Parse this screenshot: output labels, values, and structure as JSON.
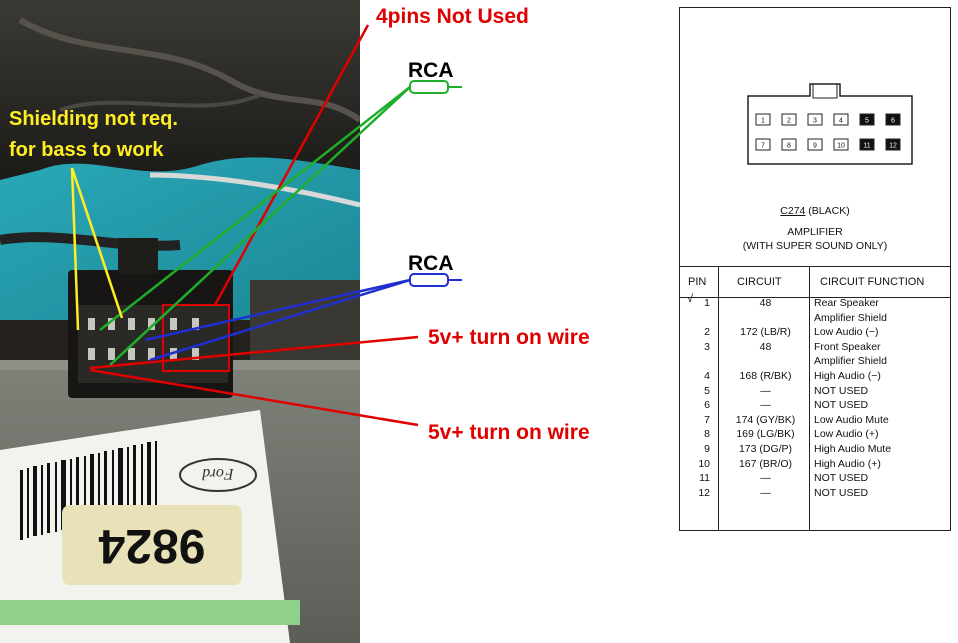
{
  "annotations": {
    "unused_pins": "4pins Not Used",
    "rca_top": "RCA",
    "rca_bottom": "RCA",
    "shielding_line1": "Shielding not req.",
    "shielding_line2": "for bass to work",
    "turn_on_1": "5v+ turn on wire",
    "turn_on_2": "5v+ turn on wire"
  },
  "photo": {
    "module_number": "9824",
    "logo_text": "Ford"
  },
  "colors": {
    "red": "#e00000",
    "green": "#1fae2a",
    "blue": "#1f2fd0",
    "yellow": "#ffee22"
  },
  "pinout": {
    "connector_id": "C274",
    "connector_color": "(BLACK)",
    "component": "AMPLIFIER",
    "note": "(WITH SUPER SOUND ONLY)",
    "cavity_labels_top": [
      "1",
      "2",
      "3",
      "4",
      "5",
      "6"
    ],
    "cavity_labels_bottom": [
      "7",
      "8",
      "9",
      "10",
      "11",
      "12"
    ],
    "headers": {
      "pin": "PIN",
      "circuit": "CIRCUIT",
      "function": "CIRCUIT FUNCTION"
    },
    "check_mark": "√",
    "rows": [
      {
        "pin": "1",
        "circuit": "48",
        "function": "Rear Speaker"
      },
      {
        "pin": "",
        "circuit": "",
        "function": "Amplifier Shield"
      },
      {
        "pin": "2",
        "circuit": "172 (LB/R)",
        "function": "Low Audio (−)"
      },
      {
        "pin": "3",
        "circuit": "48",
        "function": "Front Speaker"
      },
      {
        "pin": "",
        "circuit": "",
        "function": "Amplifier Shield"
      },
      {
        "pin": "4",
        "circuit": "168 (R/BK)",
        "function": "High Audio (−)"
      },
      {
        "pin": "5",
        "circuit": "—",
        "function": "NOT USED"
      },
      {
        "pin": "6",
        "circuit": "—",
        "function": "NOT USED"
      },
      {
        "pin": "7",
        "circuit": "174 (GY/BK)",
        "function": "Low Audio Mute"
      },
      {
        "pin": "8",
        "circuit": "169 (LG/BK)",
        "function": "Low Audio (+)"
      },
      {
        "pin": "9",
        "circuit": "173 (DG/P)",
        "function": "High Audio Mute"
      },
      {
        "pin": "10",
        "circuit": "167 (BR/O)",
        "function": "High Audio (+)"
      },
      {
        "pin": "11",
        "circuit": "—",
        "function": "NOT USED"
      },
      {
        "pin": "12",
        "circuit": "—",
        "function": "NOT USED"
      }
    ]
  }
}
